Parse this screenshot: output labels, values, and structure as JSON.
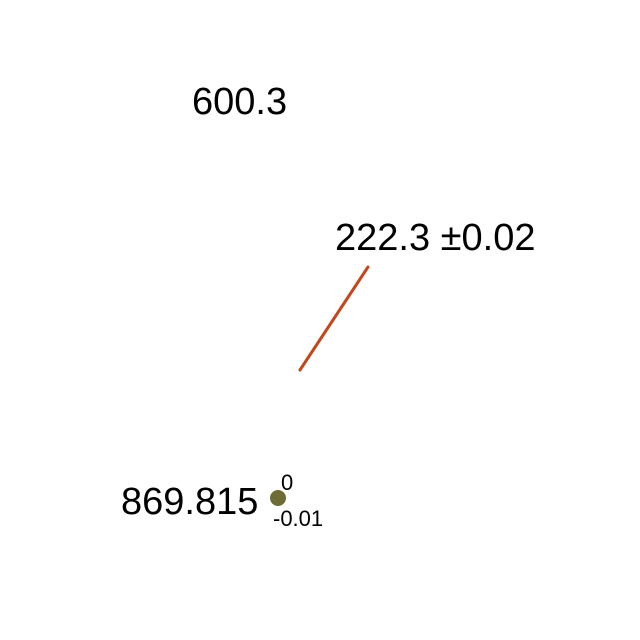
{
  "labels": {
    "value_top": "600.3",
    "value_mid": "222.3 ±0.02",
    "value_bottom": "869.815",
    "tol_upper": "0",
    "tol_lower": "-0.01"
  },
  "colors": {
    "line": "#c0481c",
    "dot": "#6e6c36",
    "text": "#000000"
  }
}
